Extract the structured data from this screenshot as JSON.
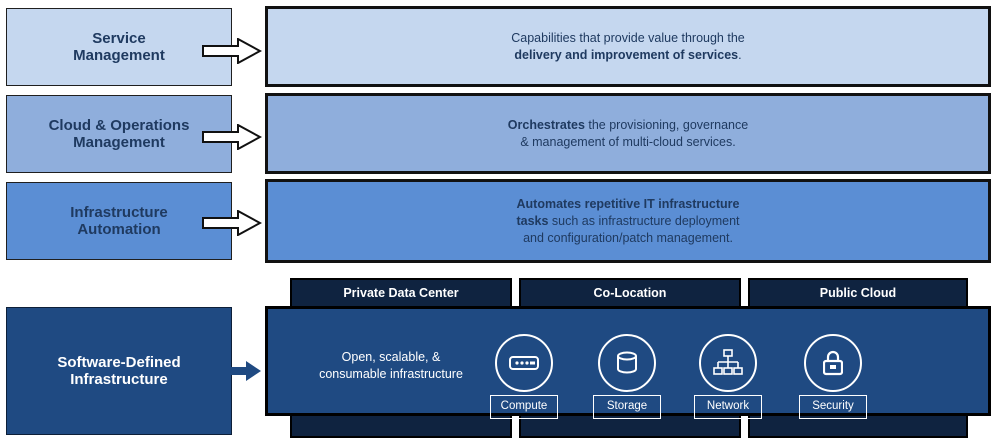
{
  "layers": [
    {
      "label": "Service Management",
      "label_lines": [
        "Service",
        "Management"
      ],
      "desc": [
        [
          {
            "t": "Capabilities that provide value through the",
            "b": false
          }
        ],
        [
          {
            "t": "delivery and improvement of services",
            "b": true
          },
          {
            "t": ".",
            "b": false
          }
        ]
      ]
    },
    {
      "label": "Cloud & Operations Management",
      "label_lines": [
        "Cloud & Operations",
        "Management"
      ],
      "desc": [
        [
          {
            "t": "Orchestrates",
            "b": true
          },
          {
            "t": " the provisioning, governance",
            "b": false
          }
        ],
        [
          {
            "t": "& management of multi-cloud services.",
            "b": false
          }
        ]
      ]
    },
    {
      "label": "Infrastructure Automation",
      "label_lines": [
        "Infrastructure",
        "Automation"
      ],
      "desc": [
        [
          {
            "t": "Automates repetitive IT infrastructure",
            "b": true
          }
        ],
        [
          {
            "t": "tasks",
            "b": true
          },
          {
            "t": " such as infrastructure deployment",
            "b": false
          }
        ],
        [
          {
            "t": "and configuration/patch management.",
            "b": false
          }
        ]
      ]
    }
  ],
  "sdi": {
    "label_lines": [
      "Software-Defined",
      "Infrastructure"
    ],
    "desc_lines": [
      "Open, scalable, &",
      "consumable infrastructure"
    ],
    "tabs": [
      "Private Data Center",
      "Co-Location",
      "Public Cloud"
    ],
    "capabilities": [
      {
        "label": "Compute",
        "icon": "server-icon"
      },
      {
        "label": "Storage",
        "icon": "database-icon"
      },
      {
        "label": "Network",
        "icon": "network-icon"
      },
      {
        "label": "Security",
        "icon": "lock-icon"
      }
    ]
  },
  "colors": {
    "layer1": "#c5d7ef",
    "layer2": "#8faedc",
    "layer3": "#5b8ed4",
    "sdi": "#1f4a82",
    "tab": "#0f2340"
  }
}
